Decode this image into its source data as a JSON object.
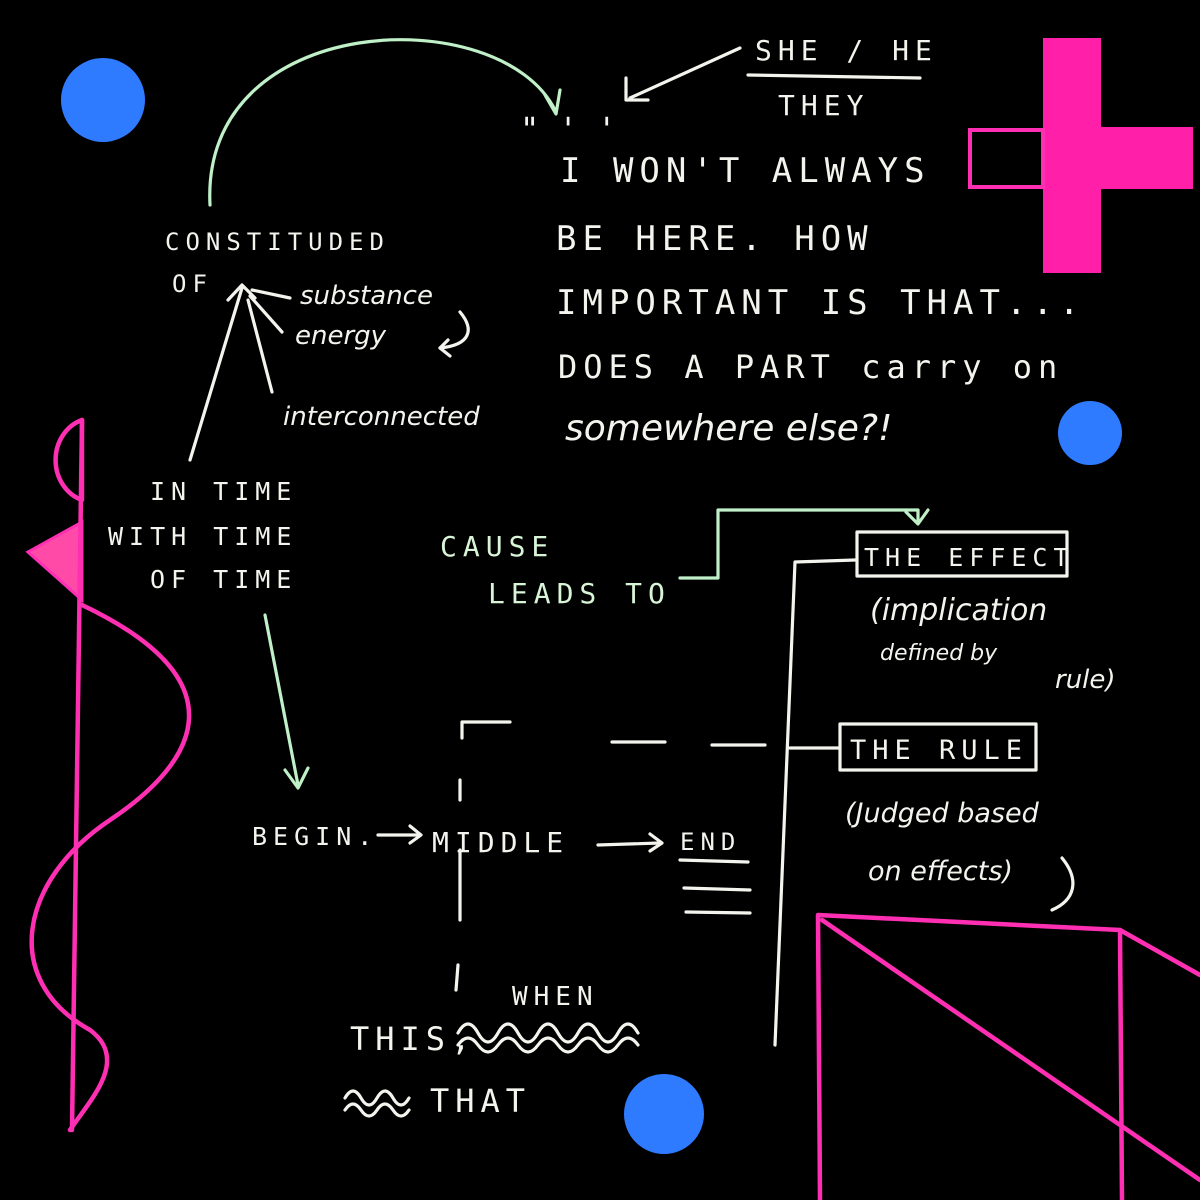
{
  "colors": {
    "background": "#000000",
    "chalk": "#f4f4ee",
    "mint": "#bff0c8",
    "magenta": "#ff2fb4",
    "dot_blue": "#2f7bff"
  },
  "pronouns": {
    "top": "SHE / HE",
    "bottom": "THEY"
  },
  "quote": {
    "open_mark": "\" ' '",
    "lines": [
      "I WON'T ALWAYS",
      "BE HERE. HOW",
      "IMPORTANT IS THAT...",
      "DOES A PART carry on",
      "somewhere else?!"
    ]
  },
  "constitution": {
    "title_line1": "CONSTITUDED",
    "title_line2": "OF",
    "items": [
      "substance",
      "energy",
      "interconnected"
    ]
  },
  "time": {
    "lines": [
      "IN TIME",
      "WITH TIME",
      "OF TIME"
    ]
  },
  "cause": {
    "line1": "CAUSE",
    "line2": "LEADS TO"
  },
  "effect": {
    "box_label": "THE EFFECT",
    "note_line1": "(implication",
    "note_line2": "defined by",
    "note_line3": "rule)"
  },
  "rule": {
    "box_label": "THE RULE",
    "note_line1": "(Judged based",
    "note_line2": "on effects)"
  },
  "sequence": {
    "begin": "BEGIN.",
    "middle": "MIDDLE",
    "end": "END"
  },
  "bottom_text": {
    "this": "THIS,",
    "when": "WHEN",
    "that": "THAT"
  }
}
